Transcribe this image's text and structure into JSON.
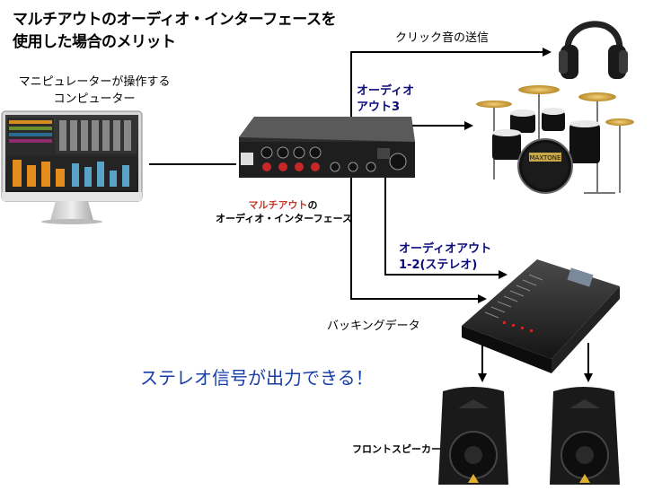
{
  "title": {
    "line1": "マルチアウトのオーディオ・インターフェースを",
    "line2": "使用した場合のメリット"
  },
  "computer_label": {
    "line1": "マニピュレーターが操作する",
    "line2": "コンピューター"
  },
  "interface_label": {
    "highlight": "マルチアウト",
    "suffix": "の",
    "line2": "オーディオ・インターフェース"
  },
  "click_label": "クリック音の送信",
  "audio_out3": {
    "line1": "オーディオ",
    "line2": "アウト3"
  },
  "audio_out12": {
    "line1": "オーディオアウト",
    "line2": "1-2(ステレオ)"
  },
  "backing_label": "バッキングデータ",
  "stereo_message": "ステレオ信号が出力できる！",
  "speaker_label": "フロントスピーカー",
  "drum_brand": "MAXTONE",
  "colors": {
    "highlight": "#c0392b",
    "blue_text": "#0a0a7a",
    "message_blue": "#1a3ea8"
  }
}
